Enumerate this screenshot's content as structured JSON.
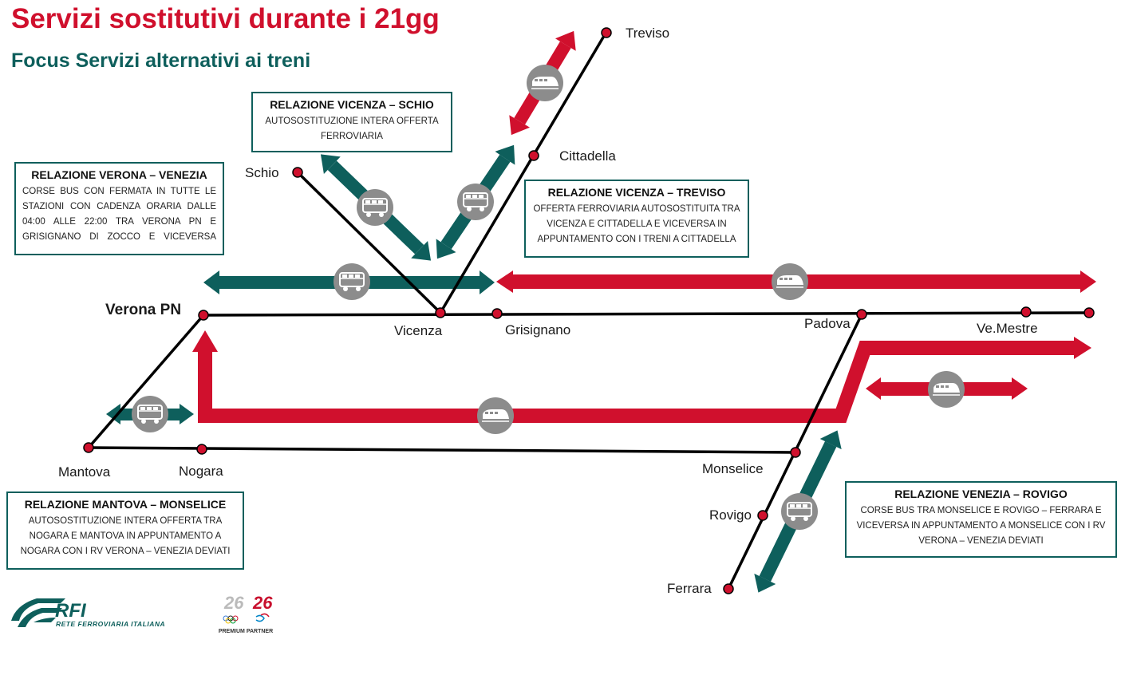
{
  "header": {
    "title": "Servizi sostitutivi durante i 21gg",
    "subtitle": "Focus Servizi alternativi ai treni"
  },
  "colors": {
    "title_red": "#d0102d",
    "teal": "#0e5f5c",
    "rail_red": "#d0102d",
    "track_black": "#000000",
    "icon_grey": "#8c8c8c"
  },
  "stations": {
    "treviso": "Treviso",
    "cittadella": "Cittadella",
    "schio": "Schio",
    "verona_pn": "Verona PN",
    "vicenza": "Vicenza",
    "grisignano": "Grisignano",
    "padova": "Padova",
    "ve_mestre": "Ve.Mestre",
    "mantova": "Mantova",
    "nogara": "Nogara",
    "monselice": "Monselice",
    "rovigo": "Rovigo",
    "ferrara": "Ferrara"
  },
  "boxes": {
    "vicenza_schio": {
      "title": "RELAZIONE VICENZA – SCHIO",
      "body": "AUTOSOSTITUZIONE INTERA OFFERTA FERROVIARIA"
    },
    "verona_venezia": {
      "title": "RELAZIONE VERONA – VENEZIA",
      "body": "CORSE BUS CON FERMATA IN TUTTE LE STAZIONI CON CADENZA ORARIA DALLE 04:00 ALLE 22:00 TRA VERONA PN E GRISIGNANO DI ZOCCO E VICEVERSA"
    },
    "vicenza_treviso": {
      "title": "RELAZIONE VICENZA – TREVISO",
      "body": "OFFERTA FERROVIARIA AUTOSOSTITUITA TRA VICENZA E CITTADELLA E VICEVERSA IN APPUNTAMENTO CON I TRENI A CITTADELLA"
    },
    "mantova_monselice": {
      "title": "RELAZIONE MANTOVA – MONSELICE",
      "body": "AUTOSOSTITUZIONE INTERA OFFERTA TRA NOGARA E MANTOVA IN APPUNTAMENTO A NOGARA CON I RV VERONA – VENEZIA DEVIATI"
    },
    "venezia_rovigo": {
      "title": "RELAZIONE VENEZIA – ROVIGO",
      "body": "CORSE BUS TRA MONSELICE E ROVIGO – FERRARA E VICEVERSA IN APPUNTAMENTO A MONSELICE CON I RV VERONA – VENEZIA DEVIATI"
    }
  },
  "footer": {
    "logo_name": "RFI",
    "logo_subtitle": "RETE FERROVIARIA ITALIANA",
    "partner_label": "PREMIUM PARTNER"
  }
}
